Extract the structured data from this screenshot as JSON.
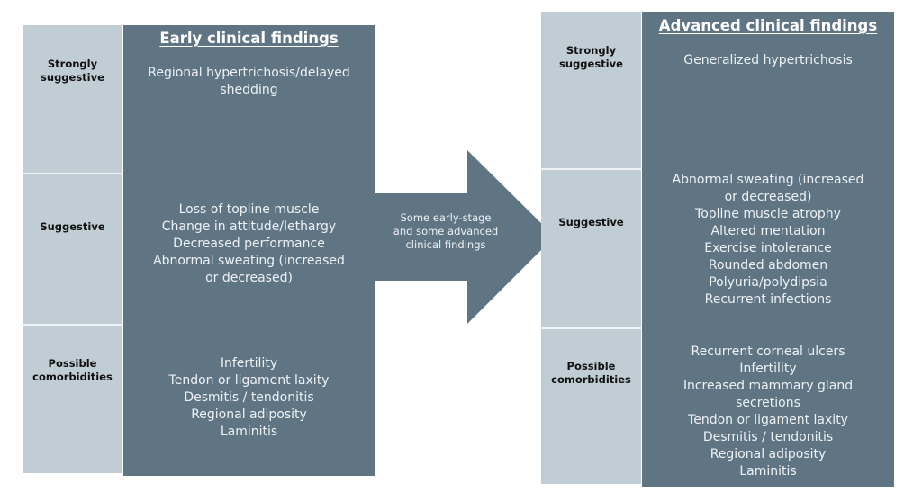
{
  "colors": {
    "dark_box": "#5f7584",
    "label_column": "#c0cdd5",
    "text_light": "#eef1f4",
    "text_dark": "#111111"
  },
  "early": {
    "title": "Early clinical findings",
    "rows": [
      {
        "label": "Strongly\nsuggestive",
        "findings": [
          "Regional hypertrichosis/delayed\nshedding"
        ]
      },
      {
        "label": "Suggestive",
        "findings": [
          "Loss of topline muscle",
          "Change in attitude/lethargy",
          "Decreased performance",
          "Abnormal sweating (increased\nor decreased)"
        ]
      },
      {
        "label": "Possible\ncomorbidities",
        "findings": [
          "Infertility",
          "Tendon or ligament laxity",
          "Desmitis / tendonitis",
          "Regional adiposity",
          "Laminitis"
        ]
      }
    ]
  },
  "arrow": {
    "label": "Some early-stage\nand some advanced\nclinical findings"
  },
  "advanced": {
    "title": "Advanced clinical findings",
    "rows": [
      {
        "label": "Strongly\nsuggestive",
        "findings": [
          "Generalized hypertrichosis"
        ]
      },
      {
        "label": "Suggestive",
        "findings": [
          "Abnormal sweating (increased\nor decreased)",
          "Topline muscle atrophy",
          "Altered mentation",
          "Exercise intolerance",
          "Rounded abdomen",
          "Polyuria/polydipsia",
          "Recurrent infections"
        ]
      },
      {
        "label": "Possible\ncomorbidities",
        "findings": [
          "Recurrent corneal ulcers",
          "Infertility",
          "Increased mammary gland\nsecretions",
          "Tendon or ligament laxity",
          "Desmitis / tendonitis",
          "Regional adiposity",
          "Laminitis"
        ]
      }
    ]
  }
}
